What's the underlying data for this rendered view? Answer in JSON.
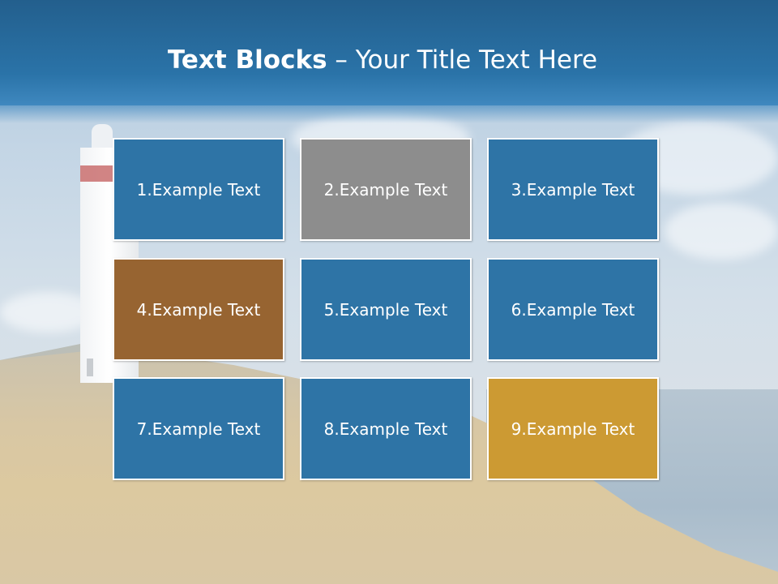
{
  "title": {
    "bold": "Text Blocks",
    "separator": " – ",
    "rest": "Your Title Text Here"
  },
  "colors": {
    "title_bar": "#2a73a8",
    "block_blue": "#2e74a6",
    "block_gray": "#8d8d8d",
    "block_brown": "#976431",
    "block_gold": "#cc9a33",
    "block_border": "#ffffff"
  },
  "blocks": [
    {
      "label": "1.Example Text",
      "color": "#2e74a6"
    },
    {
      "label": "2.Example Text",
      "color": "#8d8d8d"
    },
    {
      "label": "3.Example Text",
      "color": "#2e74a6"
    },
    {
      "label": "4.Example Text",
      "color": "#976431"
    },
    {
      "label": "5.Example Text",
      "color": "#2e74a6"
    },
    {
      "label": "6.Example Text",
      "color": "#2e74a6"
    },
    {
      "label": "7.Example Text",
      "color": "#2e74a6"
    },
    {
      "label": "8.Example Text",
      "color": "#2e74a6"
    },
    {
      "label": "9.Example Text",
      "color": "#cc9a33"
    }
  ]
}
